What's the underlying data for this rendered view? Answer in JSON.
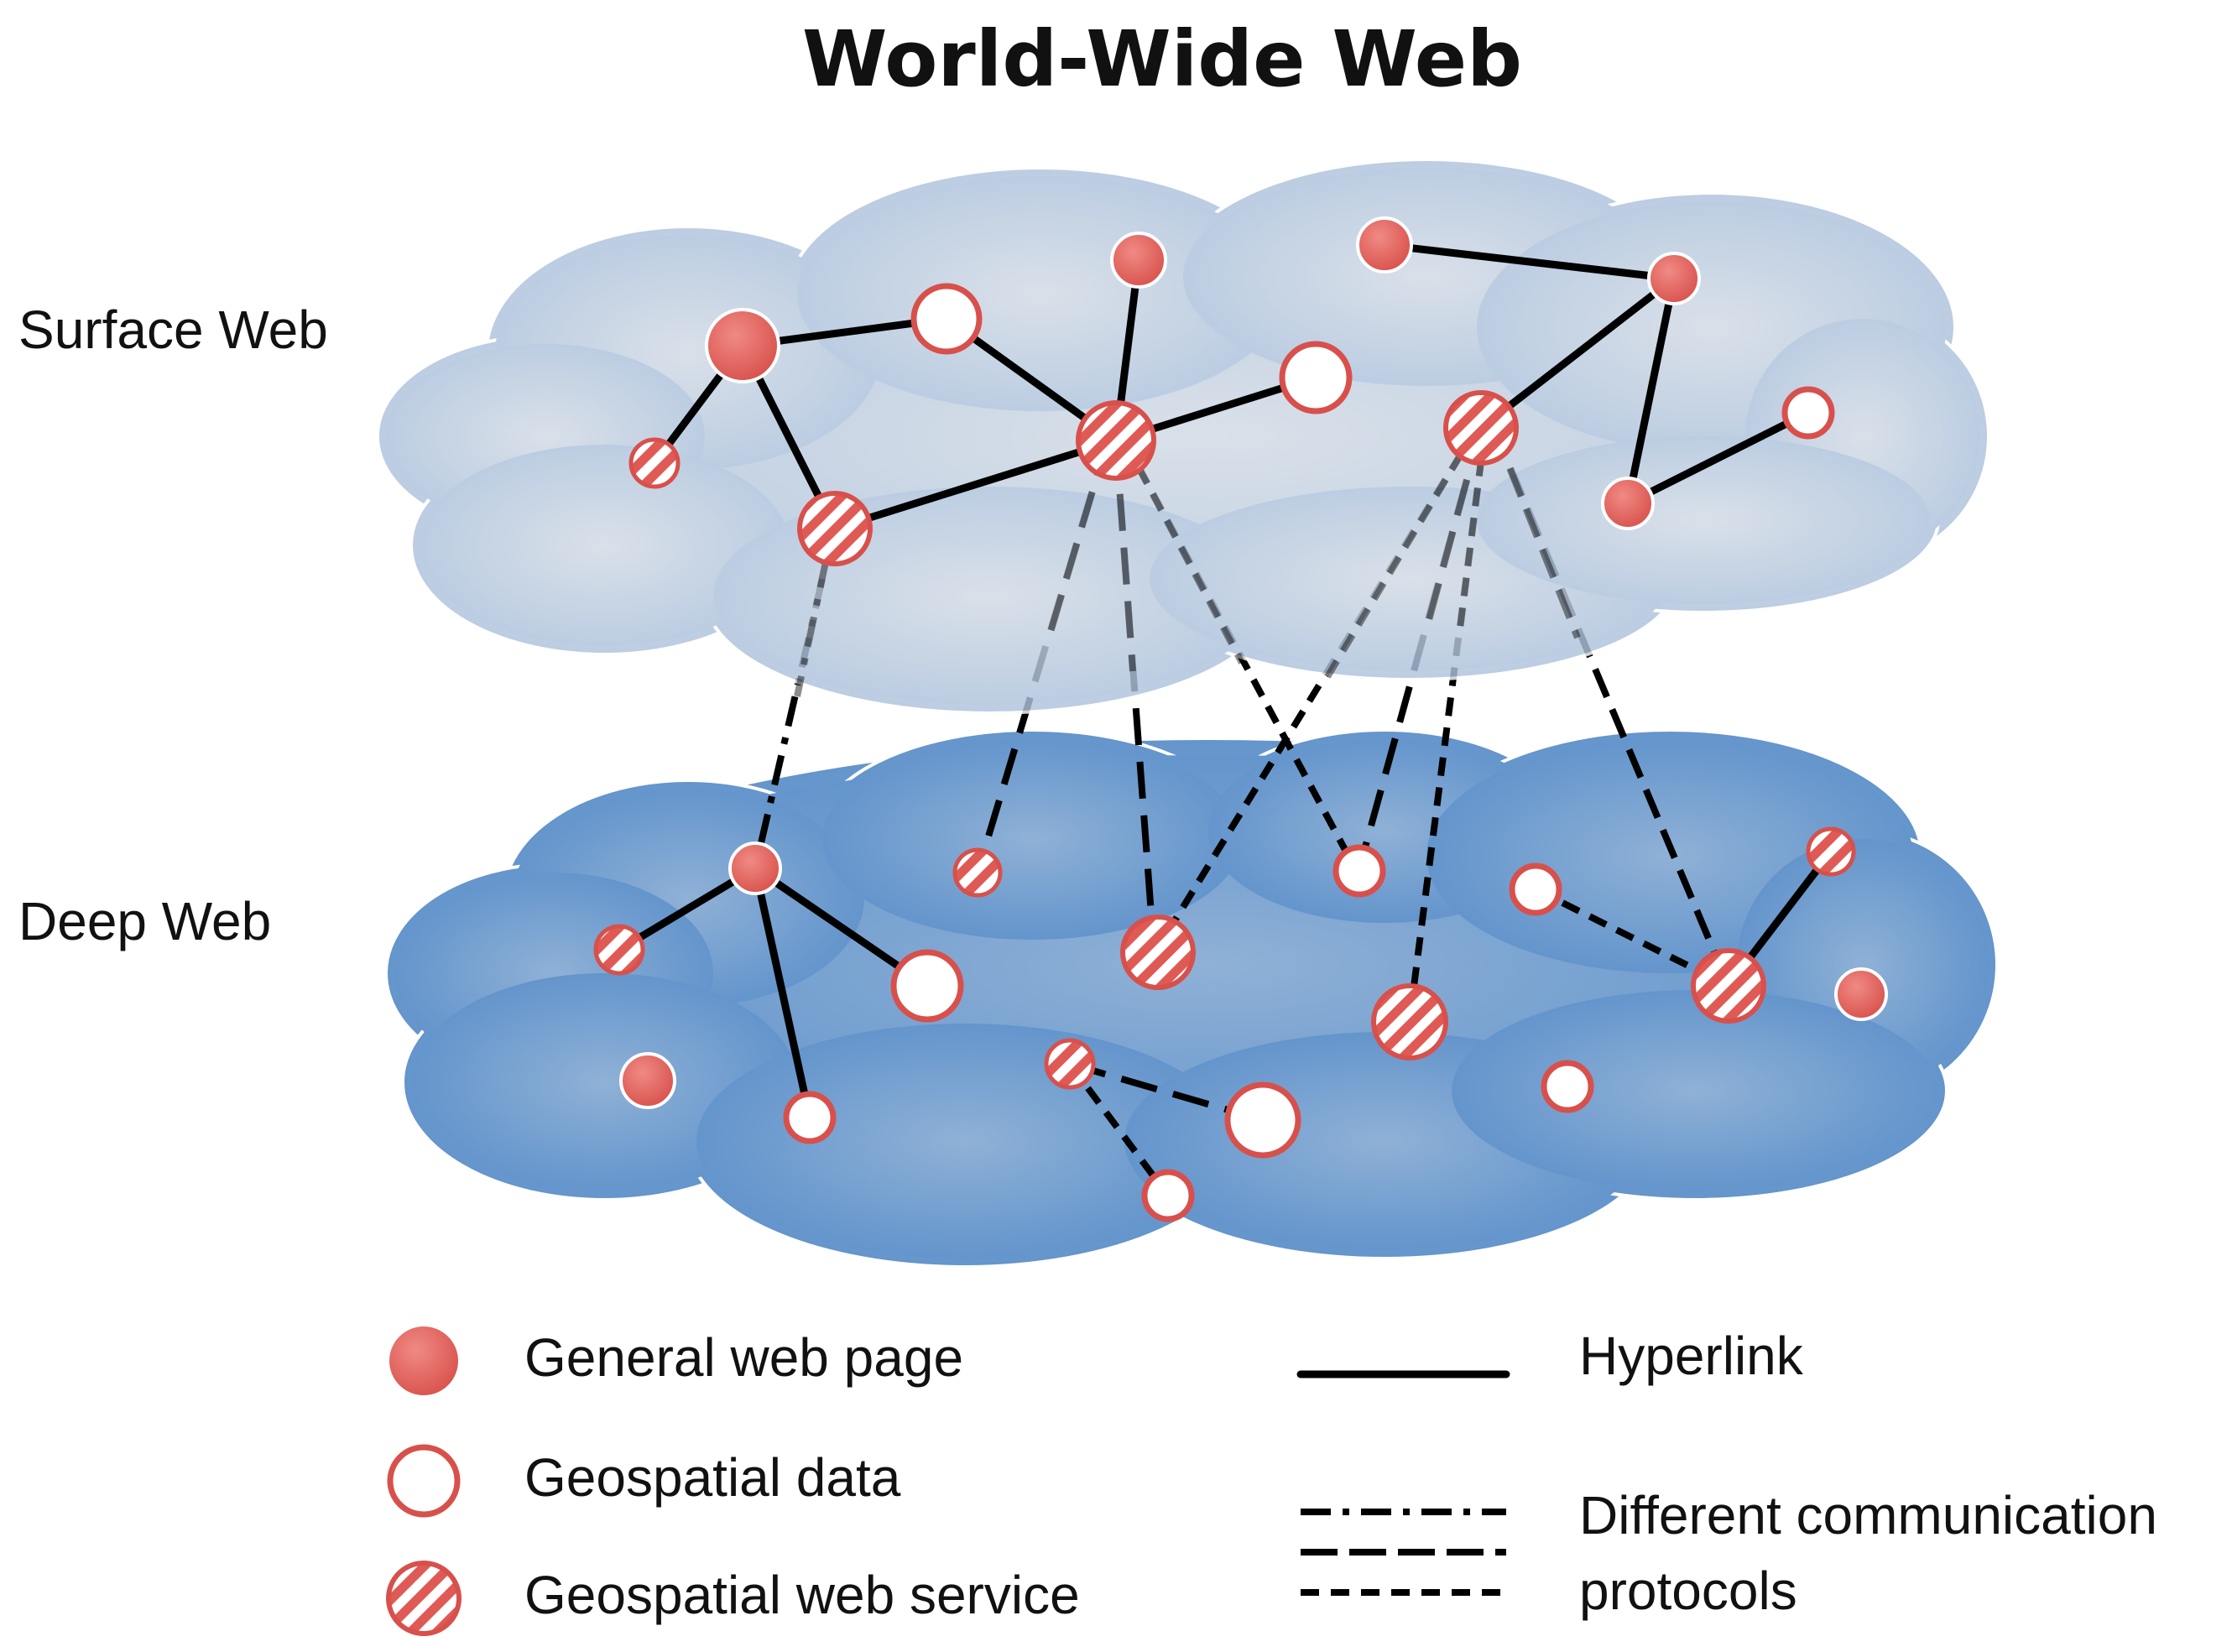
{
  "title": "World-Wide Web",
  "layers": {
    "surface": "Surface Web",
    "deep": "Deep Web"
  },
  "legend": {
    "general_page": "General web page",
    "geo_data": "Geospatial data",
    "geo_service": "Geospatial web service",
    "hyperlink": "Hyperlink",
    "protocols_line1": "Different communication",
    "protocols_line2": "protocols"
  },
  "colors": {
    "node_red": "#e8625e",
    "node_stroke": "#c94a46",
    "surface_cloud": "#a8c0dc",
    "deep_cloud": "#5f93cc",
    "line": "#000000"
  }
}
